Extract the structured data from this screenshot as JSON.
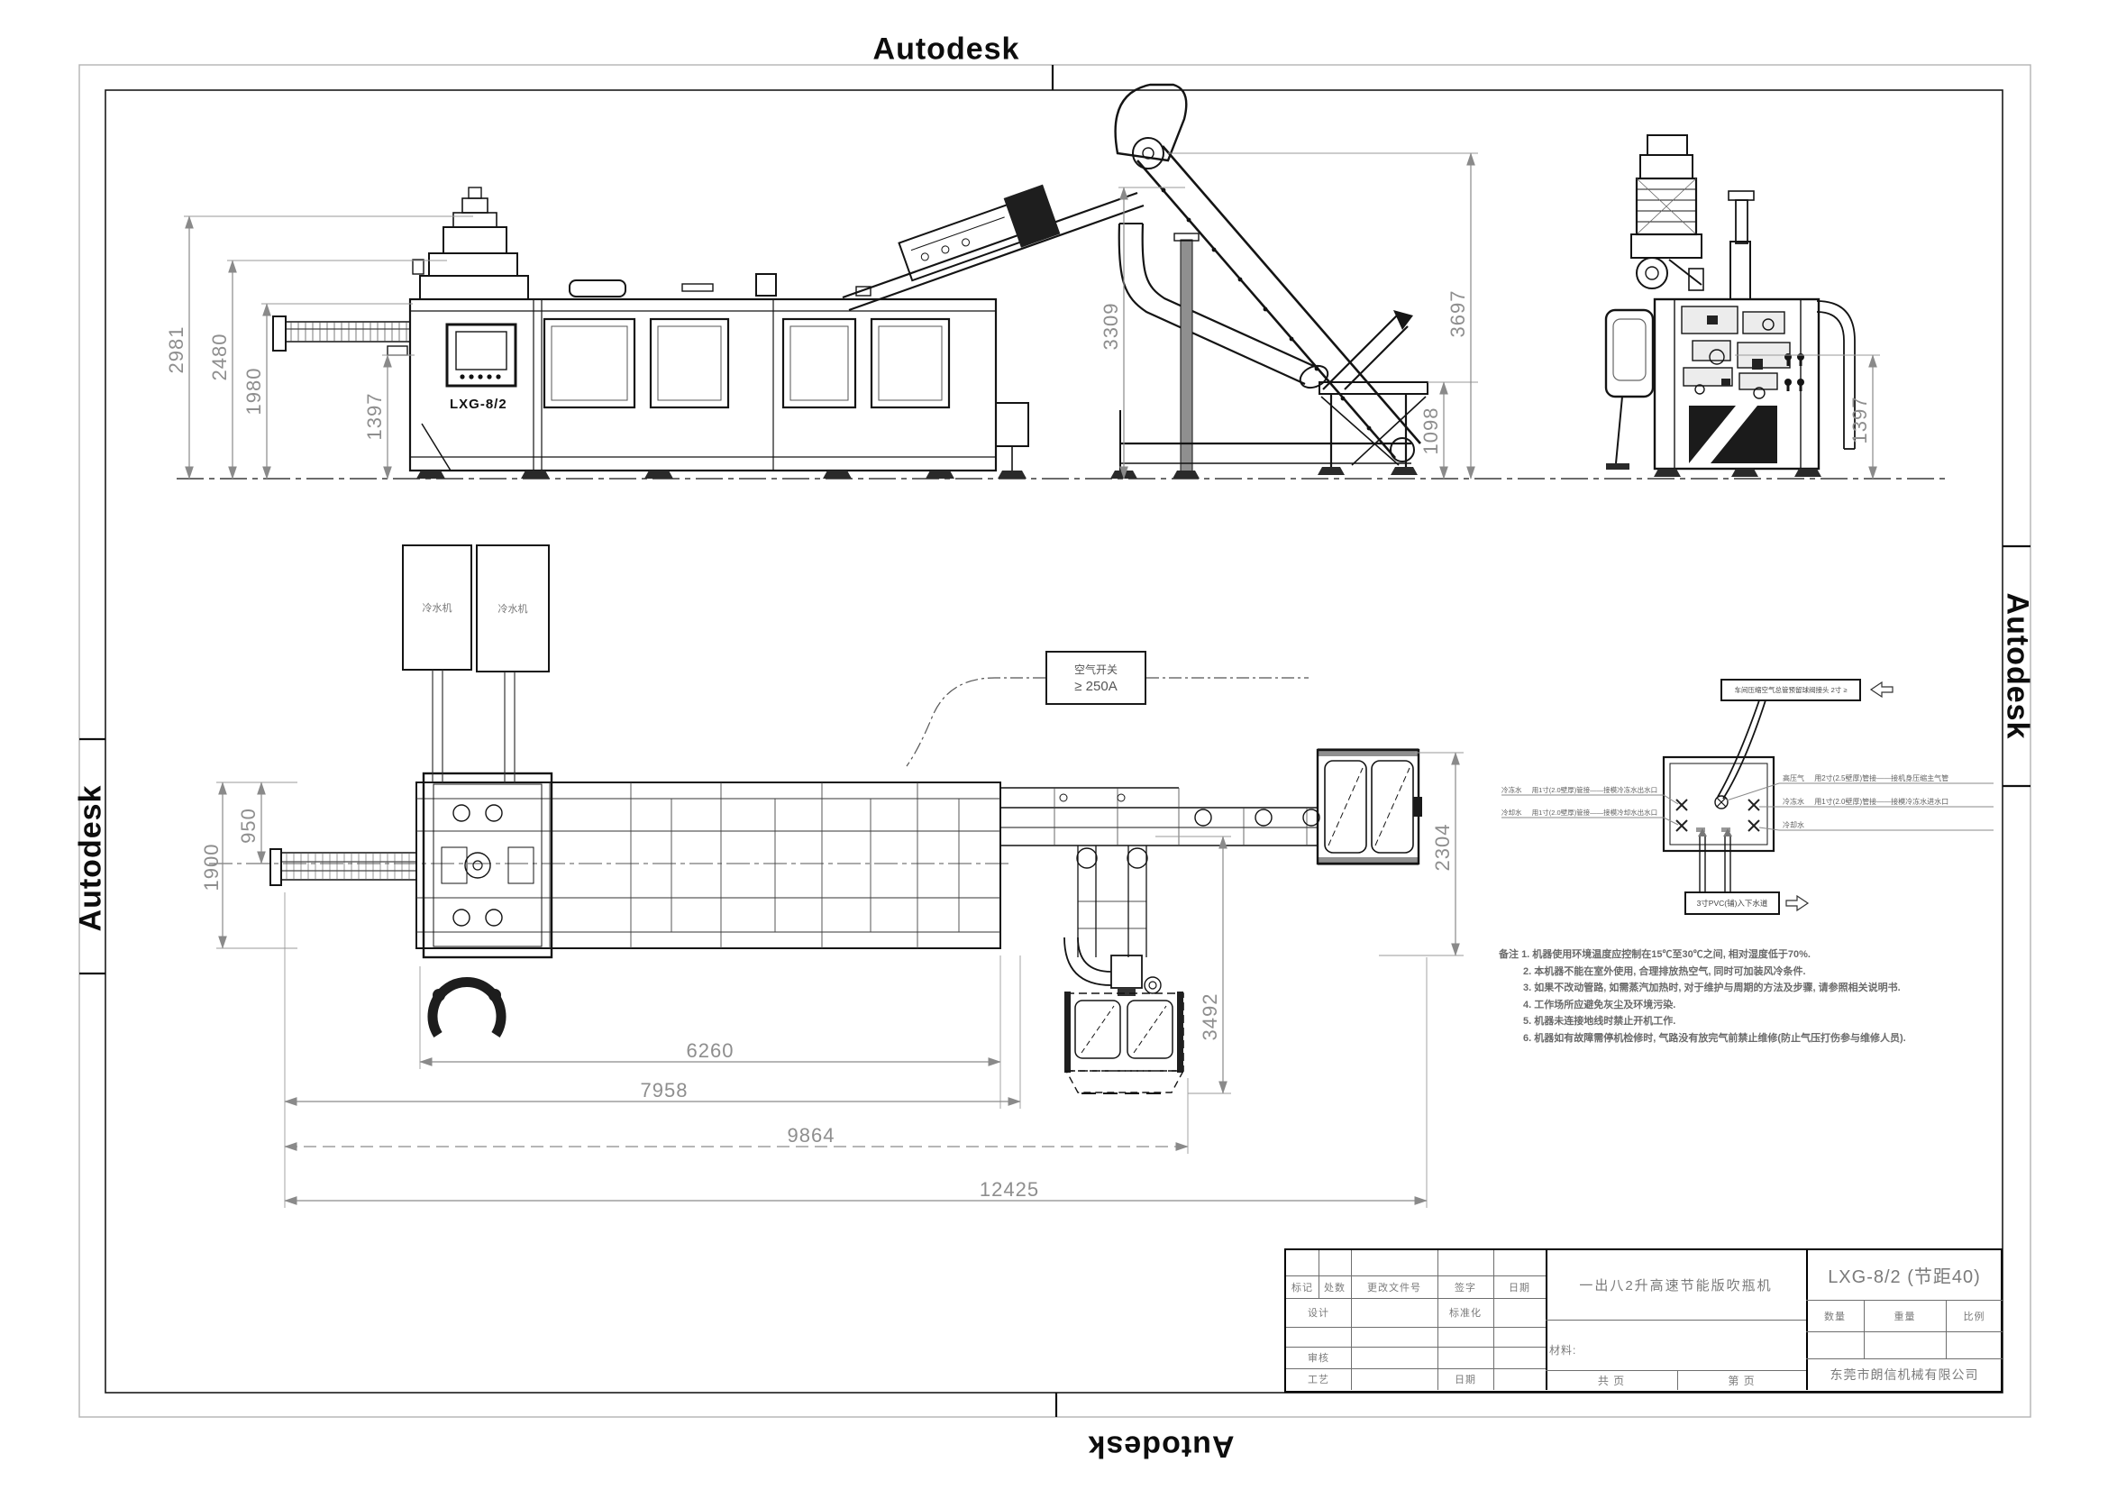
{
  "sheet": {
    "watermark": "Autodesk"
  },
  "front_view": {
    "model_label": "LXG-8/2"
  },
  "plan_view": {
    "chiller1": "冷水机",
    "chiller2": "冷水机",
    "air_switch_title": "空气开关",
    "air_switch_rating": "≥ 250A"
  },
  "dims": {
    "front_h1": "2981",
    "front_h2": "2480",
    "front_h3": "1980",
    "front_h4": "1397",
    "elev_h1": "3309",
    "elev_h2": "3697",
    "elev_h3": "1098",
    "side_h1": "1397",
    "plan_w1": "1900",
    "plan_w2": "950",
    "chain1": "6260",
    "chain2": "7958",
    "chain3": "9864",
    "chain4": "12425",
    "plan_r1": "2304",
    "plan_r2": "3492"
  },
  "hookup_detail": {
    "top_label": "车间压缩空气总管预留球阀接头  2寸 ≥",
    "right_rows": [
      {
        "name": "高压气",
        "spec": "用2寸(2.5壁厚)管接——接机身压缩主气管"
      },
      {
        "name": "冷冻水",
        "spec": "用1寸(2.0壁厚)管接——接模冷冻水进水口"
      },
      {
        "name": "冷却水",
        "spec": "用1寸(2.0壁厚)管接——接模冷却水进水口"
      }
    ],
    "left_rows": [
      {
        "name": "冷冻水",
        "spec": "用1寸(2.0壁厚)管接——接模冷冻水出水口"
      },
      {
        "name": "冷却水",
        "spec": "用1寸(2.0壁厚)管接——接模冷却水出水口"
      }
    ],
    "bottom_label": "3寸PVC(铺)入下水道"
  },
  "notes": {
    "prefix": "备注",
    "items": [
      "1. 机器使用环境温度应控制在15℃至30℃之间, 相对湿度低于70%.",
      "2. 本机器不能在室外使用, 合理排放热空气, 同时可加装风冷条件.",
      "3. 如果不改动管路, 如需蒸汽加热时, 对于维护与周期的方法及步骤, 请参照相关说明书.",
      "4. 工作场所应避免灰尘及环境污染.",
      "5. 机器未连接地线时禁止开机工作.",
      "6. 机器如有故障需停机检修时, 气路没有放完气前禁止维修(防止气压打伤参与维修人员)."
    ]
  },
  "title_block": {
    "rev_headers": [
      "标记",
      "处数",
      "更改文件号",
      "签字",
      "日期"
    ],
    "row_design": "设计",
    "row_standard": "标准化",
    "row_check": "审核",
    "row_process": "工艺",
    "row_date": "日期",
    "drawing_title": "一出八2升高速节能版吹瓶机",
    "material_label": "材料:",
    "pages_total": "共    页",
    "pages_number": "第    页",
    "model": "LXG-8/2 (节距40)",
    "qty_label": "数量",
    "weight_label": "重量",
    "scale_label": "比例",
    "company": "东莞市朗信机械有限公司"
  }
}
